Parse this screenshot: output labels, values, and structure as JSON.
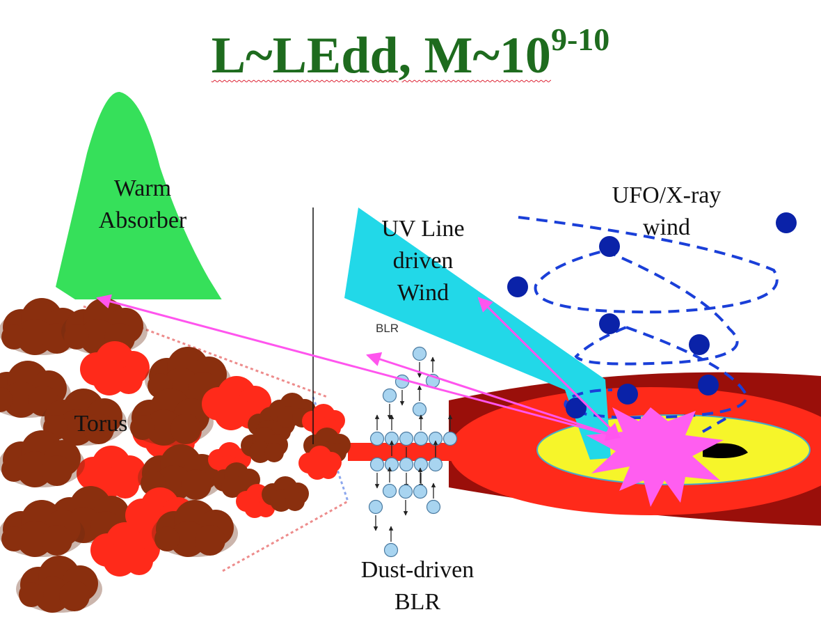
{
  "title": {
    "main": "L~LEdd, M~10",
    "exponent": "9-10"
  },
  "labels": {
    "warm_absorber_1": "Warm",
    "warm_absorber_2": "Absorber",
    "uv_wind_1": "UV Line",
    "uv_wind_2": "driven",
    "uv_wind_3": "Wind",
    "ufo_1": "UFO/X-ray",
    "ufo_2": "wind",
    "torus": "Torus",
    "blr_small": "BLR",
    "dust_blr_1": "Dust-driven",
    "dust_blr_2": "BLR"
  },
  "colors": {
    "title": "#1e6b1e",
    "warm_absorber": "#36e05a",
    "uv_wind": "#22d8e8",
    "ufo_wind": "#1a3fd8",
    "arrows": "#ff55ee",
    "disk_outer": "#9a0f0a",
    "disk_mid": "#ff2a1a",
    "disk_inner": "#f6f52a",
    "cloud_brown": "#8a2f0e",
    "cloud_red": "#ff2a1a",
    "blr_cloud": "#a8d4f0"
  }
}
